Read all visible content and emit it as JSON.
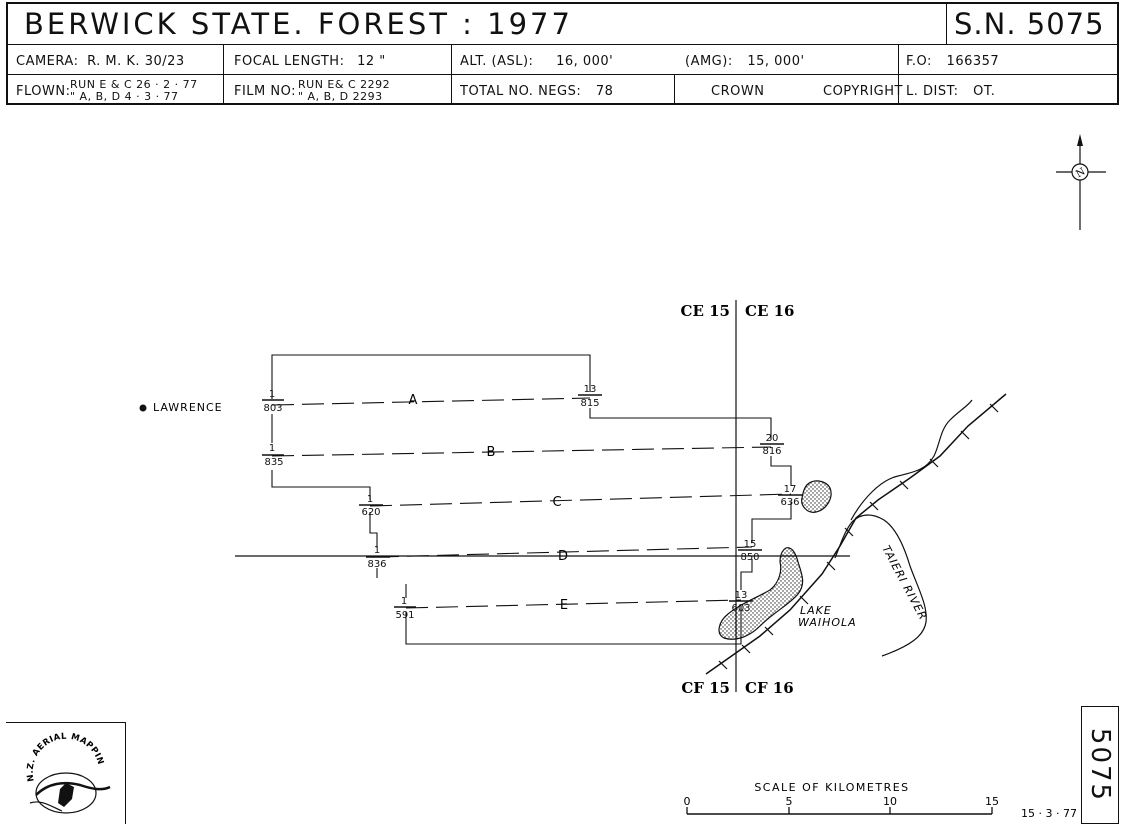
{
  "header": {
    "title": "BERWICK    STATE.  FOREST   :   1977",
    "sn": "S.N. 5075",
    "camera_label": "CAMERA:",
    "camera_value": "R. M. K. 30/23",
    "focal_label": "FOCAL LENGTH:",
    "focal_value": "12 \"",
    "alt_label": "ALT. (ASL):",
    "alt_value": "16, 000'",
    "amg_label": "(AMG):",
    "amg_value": "15, 000'",
    "fo_label": "F.O:",
    "fo_value": "166357",
    "flown_label": "FLOWN:",
    "flown_run1": "RUN   E & C    26 · 2 · 77",
    "flown_run2": "\"       A, B, D    4 · 3 · 77",
    "film_label": "FILM NO:",
    "film_run1": "RUN   E& C   2292",
    "film_run2": "\"       A, B, D   2293",
    "negs_label": "TOTAL NO. NEGS:",
    "negs_value": "78",
    "crown": "CROWN",
    "copyright": "COPYRIGHT",
    "ldist_label": "L. DIST:",
    "ldist_value": "OT."
  },
  "map": {
    "sheet_top_left": "CE 15",
    "sheet_top_right": "CE 16",
    "sheet_bottom_left": "CF 15",
    "sheet_bottom_right": "CF 16",
    "town": "LAWRENCE",
    "lake_line1": "LAKE",
    "lake_line2": "WAIHOLA",
    "river": "TAIERI RIVER",
    "runs": [
      {
        "name": "A",
        "start_top": "1",
        "start_bottom": "803",
        "end_top": "13",
        "end_bottom": "815"
      },
      {
        "name": "B",
        "start_top": "1",
        "start_bottom": "835",
        "end_top": "20",
        "end_bottom": "816"
      },
      {
        "name": "C",
        "start_top": "1",
        "start_bottom": "620",
        "end_top": "17",
        "end_bottom": "636"
      },
      {
        "name": "D",
        "start_top": "1",
        "start_bottom": "836",
        "end_top": "15",
        "end_bottom": "850"
      },
      {
        "name": "E",
        "start_top": "1",
        "start_bottom": "591",
        "end_top": "13",
        "end_bottom": "603"
      }
    ],
    "north_letter": "N"
  },
  "scale": {
    "title": "SCALE   OF   KILOMETRES",
    "ticks": [
      "0",
      "5",
      "10",
      "15"
    ]
  },
  "footer": {
    "date": "15 · 3 · 77",
    "sheet_number": "5075",
    "logo_text": "N.Z. AERIAL MAPPING LTD."
  }
}
